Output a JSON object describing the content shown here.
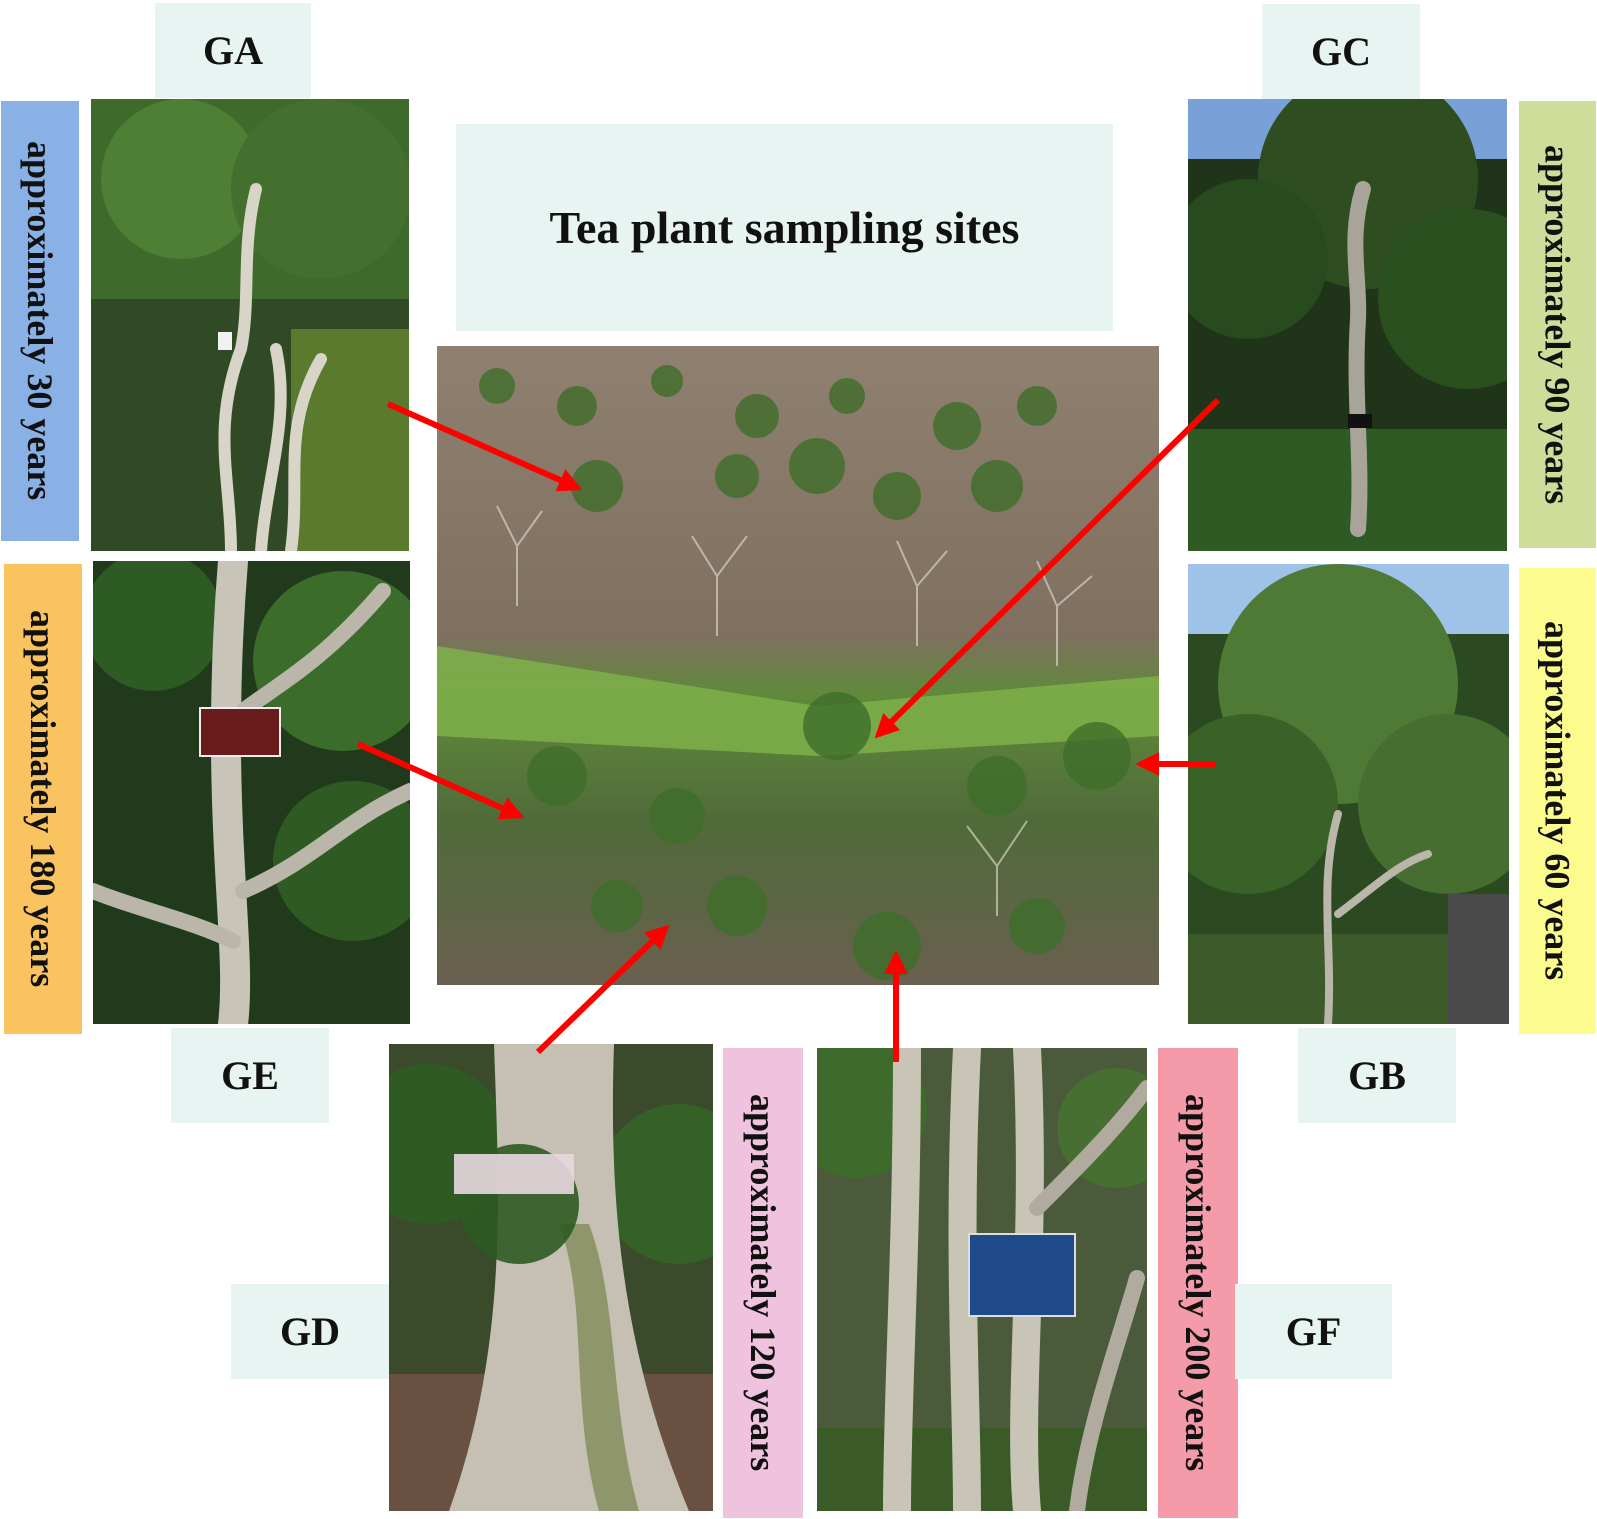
{
  "title": "Tea plant sampling sites",
  "sites": {
    "GA": {
      "label": "GA",
      "age": "approximately 30 years",
      "age_color": "#8ab1e6"
    },
    "GB": {
      "label": "GB",
      "age": "approximately 60 years",
      "age_color": "#fbfb8e"
    },
    "GC": {
      "label": "GC",
      "age": "approximately 90 years",
      "age_color": "#cfdd9a"
    },
    "GD": {
      "label": "GD",
      "age": "approximately 120 years",
      "age_color": "#efc2dd"
    },
    "GE": {
      "label": "GE",
      "age": "approximately 180 years",
      "age_color": "#f9c460"
    },
    "GF": {
      "label": "GF",
      "age": "approximately 200 years",
      "age_color": "#f49aa9"
    }
  },
  "photos": {
    "GA": "photo of tea tree GA",
    "GB": "photo of tea tree GB",
    "GC": "photo of tea tree GC",
    "GD": "photo of tea tree GD",
    "GE": "photo of tea tree GE",
    "GF": "photo of tea tree GF",
    "center": "aerial photo of sampling area"
  },
  "arrow_color": "#ff0000"
}
